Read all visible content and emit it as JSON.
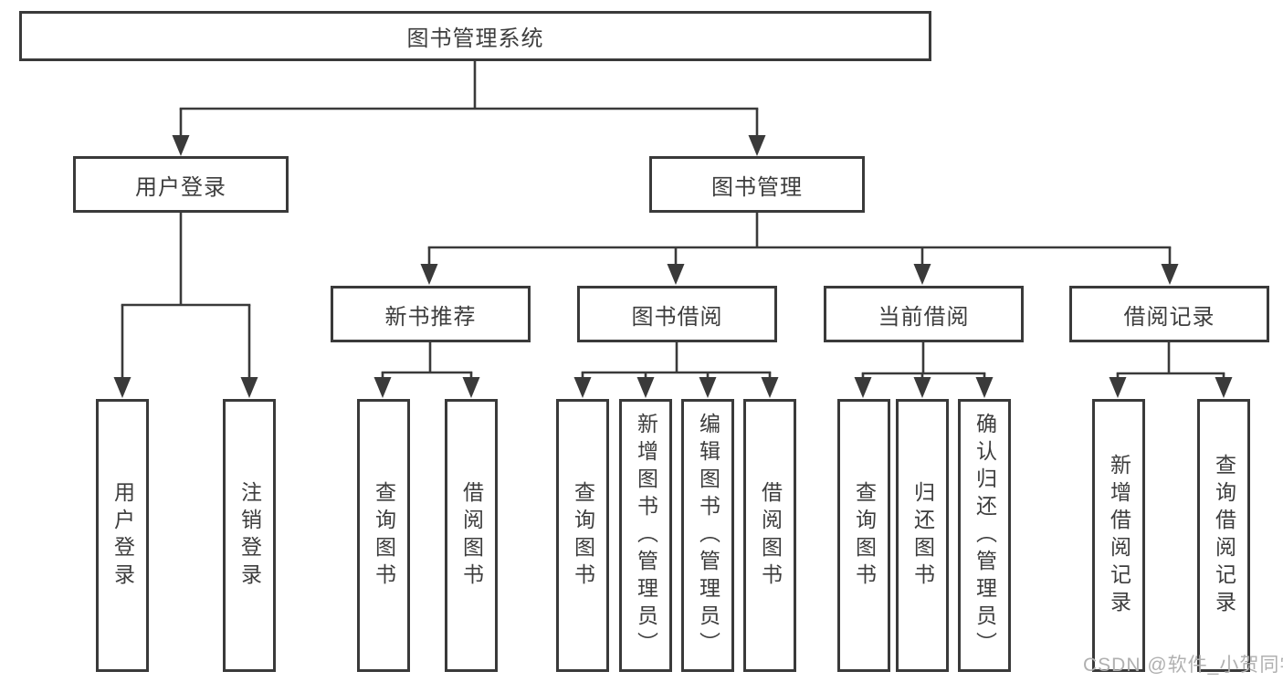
{
  "title": "图书管理系统",
  "level2": [
    {
      "label": "用户登录",
      "leaves": [
        "用户登录",
        "注销登录"
      ]
    },
    {
      "label": "图书管理"
    }
  ],
  "level3": [
    {
      "label": "新书推荐",
      "leaves": [
        "查询图书",
        "借阅图书"
      ]
    },
    {
      "label": "图书借阅",
      "leaves": [
        "查询图书",
        "新增图书（管理员）",
        "编辑图书（管理员）",
        "借阅图书"
      ]
    },
    {
      "label": "当前借阅",
      "leaves": [
        "查询图书",
        "归还图书",
        "确认归还（管理员）"
      ]
    },
    {
      "label": "借阅记录",
      "leaves": [
        "新增借阅记录",
        "查询借阅记录"
      ]
    }
  ],
  "watermark": "CSDN @软件_小贺同学",
  "colors": {
    "line": "#3a3a3a",
    "border": "#3a3a3a",
    "text": "#3d3d3d",
    "watermark": "#b0b0b0",
    "background": "#ffffff"
  }
}
